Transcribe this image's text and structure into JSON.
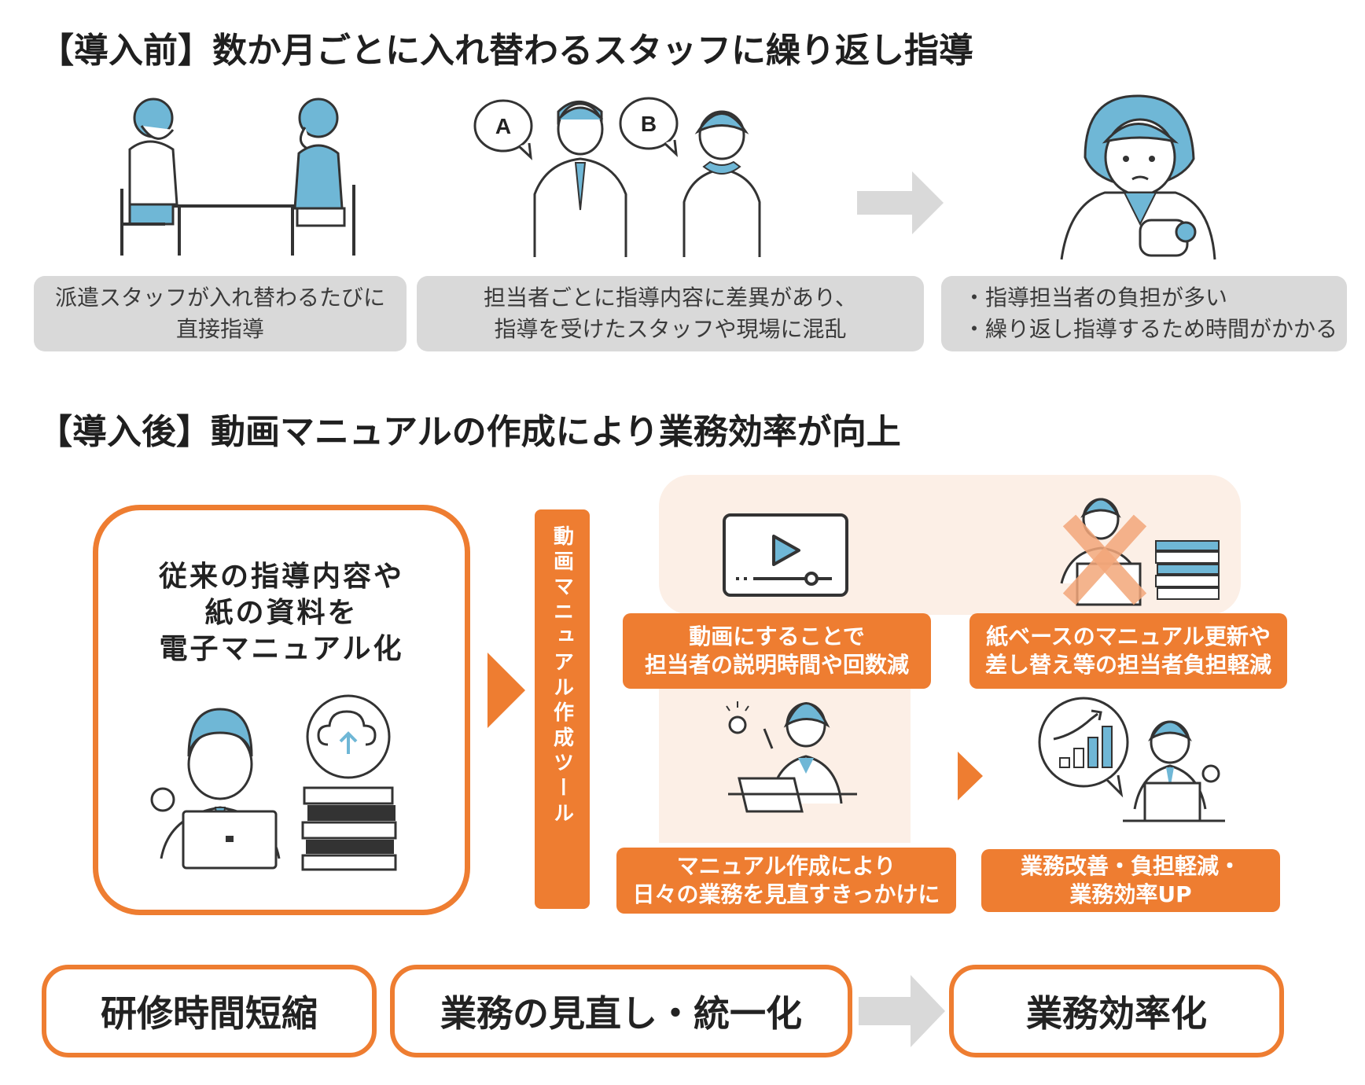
{
  "before": {
    "heading": "【導入前】数か月ごとに入れ替わるスタッフに繰り返し指導",
    "boxes": [
      {
        "lines": [
          "派遣スタッフが入れ替わるたびに",
          "直接指導"
        ]
      },
      {
        "lines": [
          "担当者ごとに指導内容に差異があり、",
          "指導を受けたスタッフや現場に混乱"
        ]
      },
      {
        "lines": [
          "・指導担当者の負担が多い",
          "・繰り返し指導するため時間がかかる"
        ]
      }
    ],
    "bubble_a": "A",
    "bubble_b": "B"
  },
  "after": {
    "heading": "【導入後】動画マニュアルの作成により業務効率が向上",
    "main_lines": [
      "従来の指導内容や",
      "紙の資料を",
      "電子マニュアル化"
    ],
    "tool_label": "動画マニュアル作成ツール",
    "benefits": [
      {
        "lines": [
          "動画にすることで",
          "担当者の説明時間や回数減"
        ]
      },
      {
        "lines": [
          "紙ベースのマニュアル更新や",
          "差し替え等の担当者負担軽減"
        ]
      },
      {
        "lines": [
          "マニュアル作成により",
          "日々の業務を見直すきっかけに"
        ]
      },
      {
        "lines": [
          "業務改善・負担軽減・",
          "業務効率UP"
        ]
      }
    ]
  },
  "outcomes": {
    "pill1": "研修時間短縮",
    "pill2": "業務の見直し・統一化",
    "pill3": "業務効率化"
  },
  "colors": {
    "accent": "#ee7d31",
    "gray_box": "#d9d9d9",
    "skin_blue": "#6fb7d6",
    "peach_bg": "#fcefe6"
  }
}
